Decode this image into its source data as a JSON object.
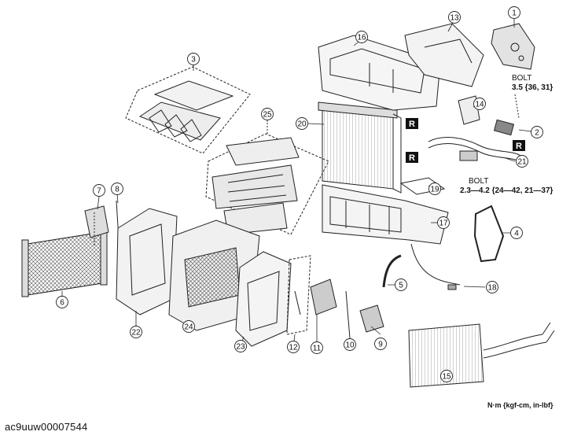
{
  "figure_id": "ac9uuw00007544",
  "units_note": "N·m {kgf-cm, in-lbf}",
  "torque_specs": [
    {
      "label": "BOLT",
      "value": "3.5 {36, 31}"
    },
    {
      "label": "BOLT",
      "value": "2.3—4.2 {24—42, 21—37}"
    }
  ],
  "replace_marker": "R",
  "callouts": [
    "1",
    "2",
    "3",
    "4",
    "5",
    "6",
    "7",
    "8",
    "9",
    "10",
    "11",
    "12",
    "13",
    "14",
    "15",
    "16",
    "17",
    "18",
    "19",
    "20",
    "21",
    "22",
    "23",
    "24",
    "25"
  ]
}
